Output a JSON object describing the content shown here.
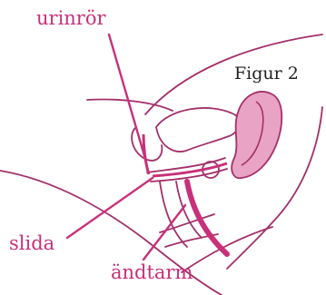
{
  "figure": {
    "title": "Figur 2",
    "labels": {
      "urethra": "urinrör",
      "vagina": "slida",
      "rectum": "ändtarm"
    }
  },
  "colors": {
    "accent": "#c8307a",
    "fill": "#e9a3c4",
    "outline": "#a3306b",
    "text": "#c8307a",
    "title_text": "#222222"
  },
  "icons": {
    "diagram": "anatomical-cross-section-icon"
  }
}
